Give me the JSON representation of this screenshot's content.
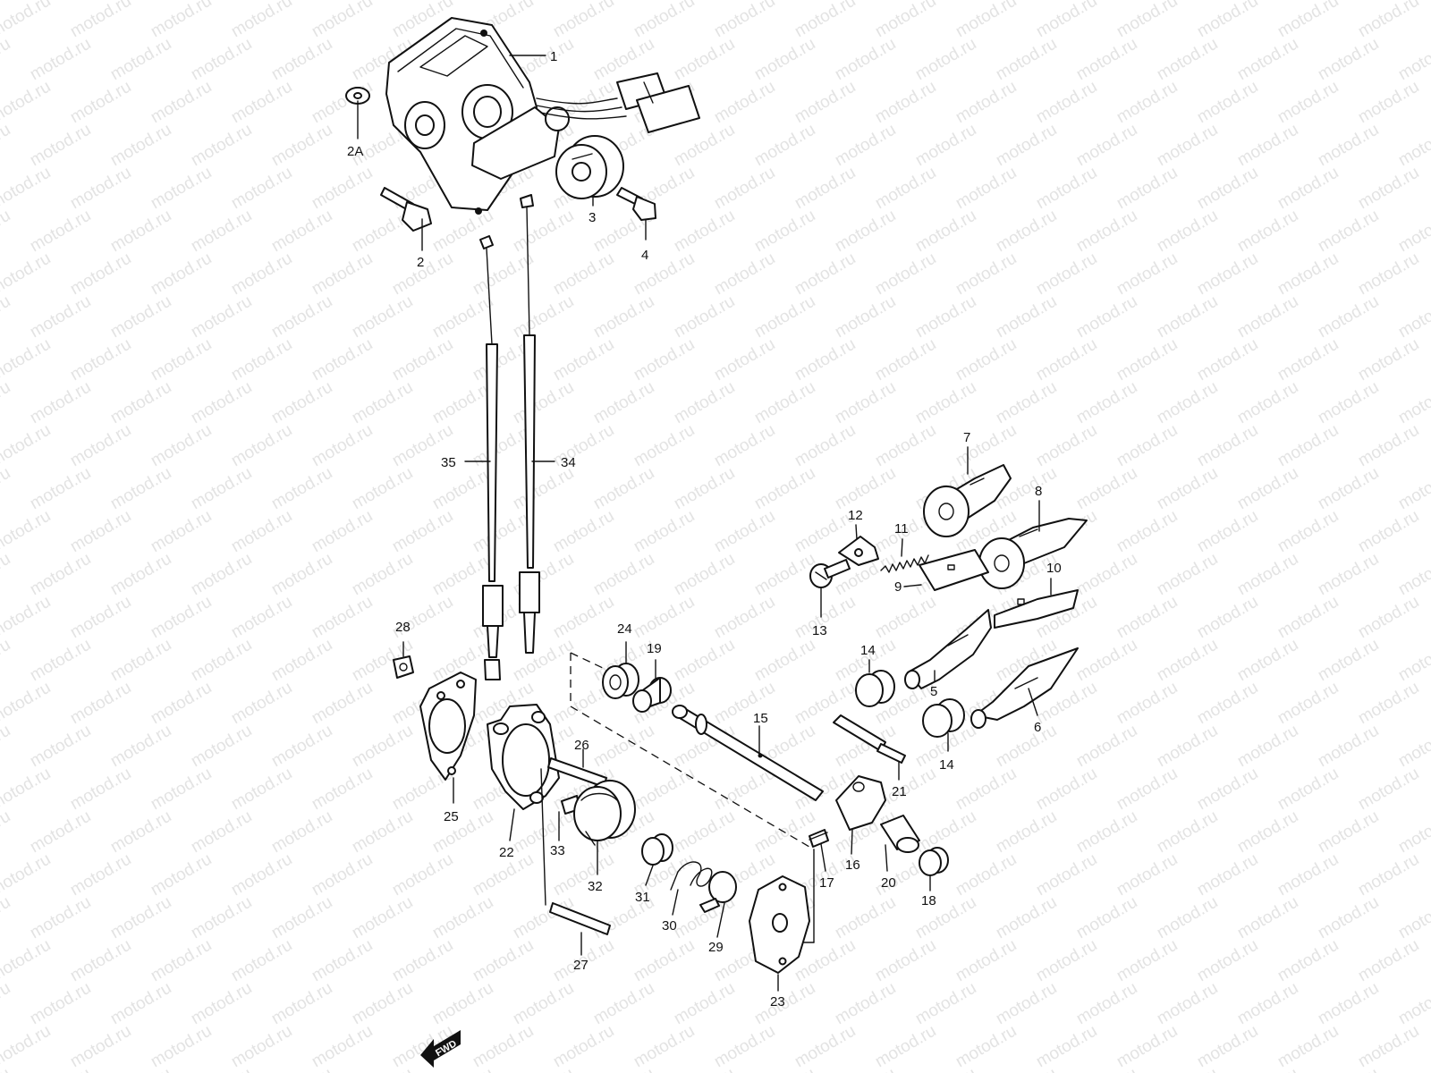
{
  "watermark": "motod.ru",
  "labels": {
    "p1": "1",
    "p2": "2",
    "p2a": "2A",
    "p3": "3",
    "p4": "4",
    "p5": "5",
    "p6": "6",
    "p7": "7",
    "p8": "8",
    "p9": "9",
    "p10": "10",
    "p11": "11",
    "p12": "12",
    "p13": "13",
    "p14a": "14",
    "p14b": "14",
    "p15": "15",
    "p16": "16",
    "p17": "17",
    "p18": "18",
    "p19": "19",
    "p20": "20",
    "p21": "21",
    "p22": "22",
    "p23": "23",
    "p24": "24",
    "p25": "25",
    "p26": "26",
    "p27": "27",
    "p28": "28",
    "p29": "29",
    "p30": "30",
    "p31": "31",
    "p32": "32",
    "p33": "33",
    "p34": "34",
    "p35": "35"
  },
  "fwd_badge": "FWD"
}
